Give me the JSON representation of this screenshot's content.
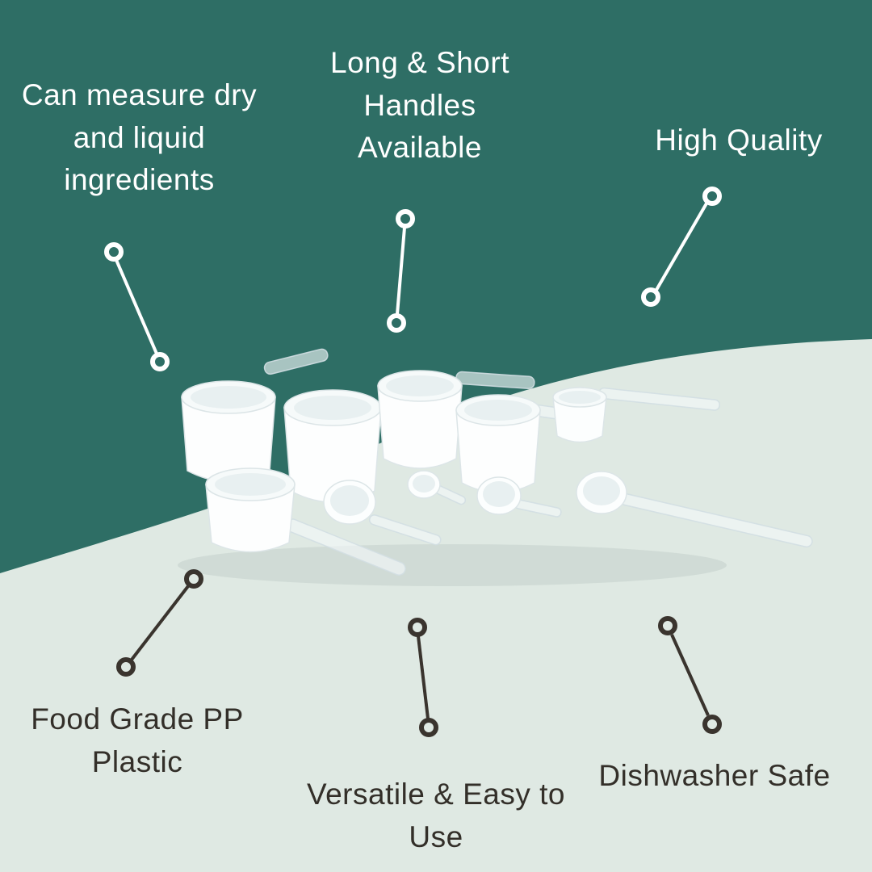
{
  "title": "Measuring scoops product infographic",
  "background": {
    "top_color": "#2E6E65",
    "bottom_color": "#DFE9E3"
  },
  "colors": {
    "light_text": "#FFFFFF",
    "dark_text": "#332F29",
    "connector_light": "#FFFFFF",
    "connector_dark": "#3A342E"
  },
  "callouts": {
    "top_left": {
      "label": "Can measure dry\nand liquid\ningredients"
    },
    "top_center": {
      "label": "Long & Short\nHandles\nAvailable"
    },
    "top_right": {
      "label": "High Quality"
    },
    "bottom_left": {
      "label": "Food Grade PP\nPlastic"
    },
    "bottom_center": {
      "label": "Versatile & Easy to\nUse"
    },
    "bottom_right": {
      "label": "Dishwasher Safe"
    }
  },
  "product": {
    "description": "Set of white and translucent plastic measuring scoops and spoons with long and short handles"
  }
}
